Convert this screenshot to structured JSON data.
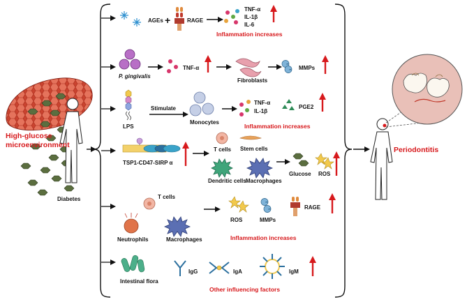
{
  "left_panel": {
    "title_line1": "High-glucose",
    "title_line2": "microenvironment",
    "figure_label": "Diabetes"
  },
  "right_panel": {
    "outcome": "Periodontitis"
  },
  "rows": [
    {
      "id": "ages-rage",
      "labels": [
        "AGEs",
        "RAGE"
      ],
      "cytokines": [
        "TNF-α",
        "IL-1β",
        "IL-6"
      ],
      "note": "Inflammation increases"
    },
    {
      "id": "p-gingivalis",
      "labels": [
        "P. gingivalis",
        "TNF-α",
        "Fibroblasts",
        "MMPs"
      ]
    },
    {
      "id": "lps",
      "labels": [
        "LPS",
        "Stimulate",
        "Monocytes",
        "PGE2"
      ],
      "cytokines": [
        "TNF-α",
        "IL-1β"
      ],
      "note": "Inflammation increases"
    },
    {
      "id": "tsp1",
      "labels": [
        "TSP1-CD47-SIRP α",
        "T cells",
        "Stem cells",
        "Dendritic cells",
        "Macrophages",
        "Glucose",
        "ROS"
      ]
    },
    {
      "id": "neutrophils",
      "labels": [
        "T cells",
        "Neutrophils",
        "Macrophages",
        "ROS",
        "MMPs",
        "RAGE"
      ],
      "note": "Inflammation increases"
    },
    {
      "id": "flora",
      "labels": [
        "Intestinal flora",
        "IgG",
        "IgA",
        "IgM"
      ],
      "note": "Other influencing factors"
    }
  ],
  "colors": {
    "accent_red": "#d7191c",
    "arrow_black": "#111111"
  }
}
